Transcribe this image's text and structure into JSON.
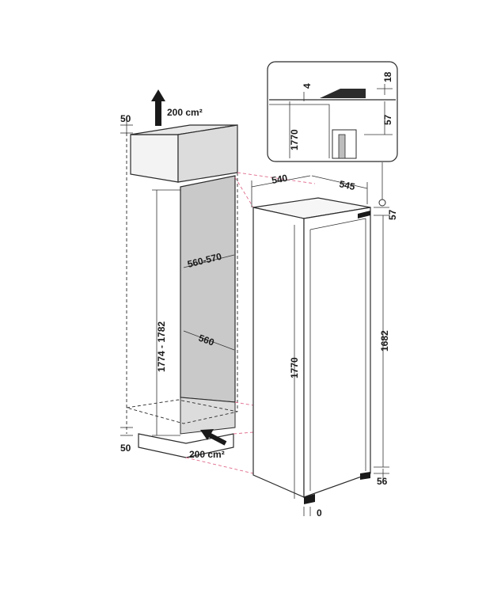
{
  "colors": {
    "line": "#2b2b2b",
    "cavity": "#c9c9c9",
    "cavity_floor": "#dcdcdc",
    "vent_box": "#ececec",
    "guide_lines": "#e06b8b"
  },
  "niche": {
    "vent_top_area": "200 cm²",
    "vent_bottom_area": "200 cm²",
    "top_clearance": "50",
    "bottom_clearance": "50",
    "height_range": "1774 - 1782",
    "width_range": "560-570",
    "depth": "560"
  },
  "appliance": {
    "depth": "540",
    "width": "545",
    "height": "1770",
    "door_height": "1682",
    "top_offset": "57",
    "bottom_offset": "56",
    "foot_offset": "0"
  },
  "detail": {
    "height": "1770",
    "gap_4": "4",
    "gap_18": "18",
    "gap_57": "57"
  },
  "icons": [
    "arrow-up-icon",
    "arrow-diagonal-icon"
  ]
}
